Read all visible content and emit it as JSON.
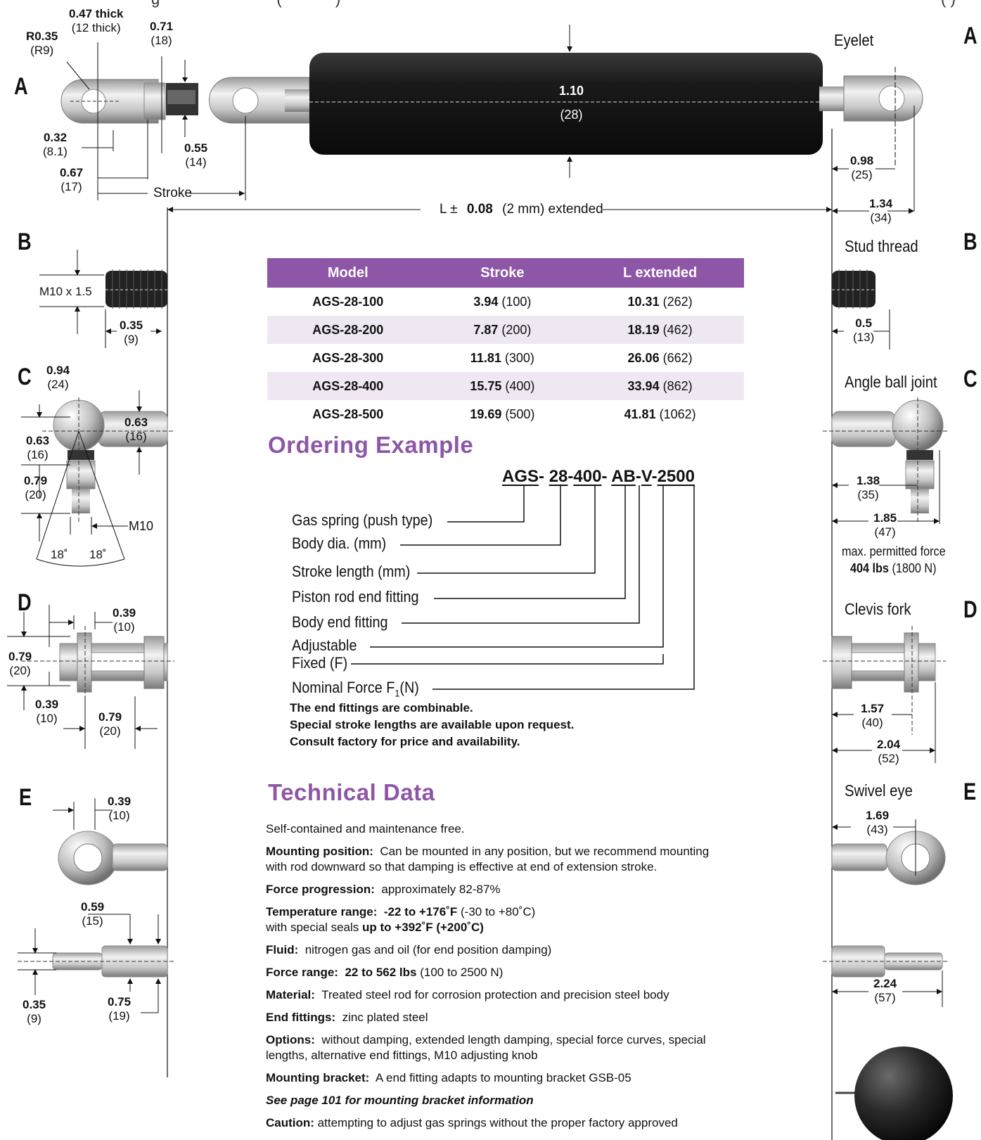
{
  "header": {
    "left_partial": "g",
    "left_partial_2": "(",
    "left_partial_3": ")",
    "right_partial": "( )"
  },
  "section_letters": [
    "A",
    "B",
    "C",
    "D",
    "E"
  ],
  "main_cylinder": {
    "dia_in": "1.10",
    "dia_mm": "(28)",
    "l_label_prefix": "L ±",
    "l_tol_in": "0.08",
    "l_tol_rest": "(2 mm) extended",
    "stroke_label": "Stroke"
  },
  "left_A": {
    "thick_in": "0.47 thick",
    "thick_mm": "(12 thick)",
    "r_in": "R0.35",
    "r_mm": "(R9)",
    "d071_in": "0.71",
    "d071_mm": "(18)",
    "d032_in": "0.32",
    "d032_mm": "(8.1)",
    "d067_in": "0.67",
    "d067_mm": "(17)",
    "d055_in": "0.55",
    "d055_mm": "(14)"
  },
  "right_A": {
    "label": "Eyelet",
    "d098_in": "0.98",
    "d098_mm": "(25)",
    "d134_in": "1.34",
    "d134_mm": "(34)"
  },
  "left_B": {
    "thread": "M10 x 1.5",
    "d035_in": "0.35",
    "d035_mm": "(9)"
  },
  "right_B": {
    "label": "Stud thread",
    "d05_in": "0.5",
    "d05_mm": "(13)"
  },
  "left_C": {
    "d094_in": "0.94",
    "d094_mm": "(24)",
    "d063a_in": "0.63",
    "d063a_mm": "(16)",
    "d063b_in": "0.63",
    "d063b_mm": "(16)",
    "d079_in": "0.79",
    "d079_mm": "(20)",
    "thread": "M10",
    "angle_l": "18˚",
    "angle_r": "18˚"
  },
  "right_C": {
    "label": "Angle ball joint",
    "d138_in": "1.38",
    "d138_mm": "(35)",
    "d185_in": "1.85",
    "d185_mm": "(47)",
    "force_label": "max. permitted force",
    "force_bold": "404 lbs",
    "force_rest": "(1800 N)"
  },
  "left_D": {
    "d039a_in": "0.39",
    "d039a_mm": "(10)",
    "d079a_in": "0.79",
    "d079a_mm": "(20)",
    "d039b_in": "0.39",
    "d039b_mm": "(10)",
    "d079b_in": "0.79",
    "d079b_mm": "(20)"
  },
  "right_D": {
    "label": "Clevis fork",
    "d157_in": "1.57",
    "d157_mm": "(40)",
    "d204_in": "2.04",
    "d204_mm": "(52)"
  },
  "left_E": {
    "d039_in": "0.39",
    "d039_mm": "(10)",
    "d059_in": "0.59",
    "d059_mm": "(15)",
    "d035_in": "0.35",
    "d035_mm": "(9)",
    "d075_in": "0.75",
    "d075_mm": "(19)"
  },
  "right_E": {
    "label": "Swivel eye",
    "d169_in": "1.69",
    "d169_mm": "(43)",
    "d224_in": "2.24",
    "d224_mm": "(57)"
  },
  "table": {
    "headers": [
      "Model",
      "Stroke",
      "L extended"
    ],
    "rows": [
      [
        "AGS-28-100",
        "3.94",
        "(100)",
        "10.31",
        "(262)"
      ],
      [
        "AGS-28-200",
        "7.87",
        "(200)",
        "18.19",
        "(462)"
      ],
      [
        "AGS-28-300",
        "11.81",
        "(300)",
        "26.06",
        "(662)"
      ],
      [
        "AGS-28-400",
        "15.75",
        "(400)",
        "33.94",
        "(862)"
      ],
      [
        "AGS-28-500",
        "19.69",
        "(500)",
        "41.81",
        "(1062)"
      ]
    ]
  },
  "ordering": {
    "title": "Ordering Example",
    "code": [
      "AGS",
      "28",
      "400",
      "AB",
      "V",
      "2500"
    ],
    "labels": [
      "Gas spring (push type)",
      "Body dia. (mm)",
      "Stroke length (mm)",
      "Piston rod end fitting",
      "Body end fitting",
      "Adjustable",
      "Fixed (F)",
      "Nominal Force F",
      "1",
      "(N)"
    ],
    "notes": [
      "The end fittings are combinable.",
      "Special stroke lengths are available upon request.",
      "Consult factory for price and availability."
    ]
  },
  "technical": {
    "title": "Technical Data",
    "intro": "Self-contained and maintenance free.",
    "mounting_label": "Mounting position:",
    "mounting_text": "Can be mounted in any position, but we recommend mounting with rod downward so that damping is effective at end of extension stroke.",
    "progression_label": "Force progression:",
    "progression_text": "approximately 82-87%",
    "temp_label": "Temperature range:",
    "temp_bold": "-22 to +176˚F",
    "temp_rest": "(-30 to +80˚C)",
    "temp_line2": "with special seals",
    "temp_line2_bold": "up to +392˚F (+200˚C)",
    "fluid_label": "Fluid:",
    "fluid_text": "nitrogen gas and oil (for end position damping)",
    "force_label": "Force range:",
    "force_bold": "22 to 562 lbs",
    "force_rest": "(100 to 2500 N)",
    "material_label": "Material:",
    "material_text": "Treated steel rod for corrosion protection and precision steel body",
    "end_label": "End fittings:",
    "end_text": "zinc plated steel",
    "options_label": "Options:",
    "options_text": "without damping, extended length damping, special force curves, special lengths, alternative end fittings, M10 adjusting knob",
    "bracket_label": "Mounting bracket:",
    "bracket_text": "A end fitting adapts to mounting bracket GSB-05",
    "see_page": "See page 101 for mounting bracket information",
    "caution_label": "Caution:",
    "caution_text": "attempting to adjust gas springs without the proper factory approved"
  },
  "colors": {
    "accent": "#8e56a6",
    "table_alt": "#efe7f2",
    "cylinder": "#1a1a1a"
  }
}
